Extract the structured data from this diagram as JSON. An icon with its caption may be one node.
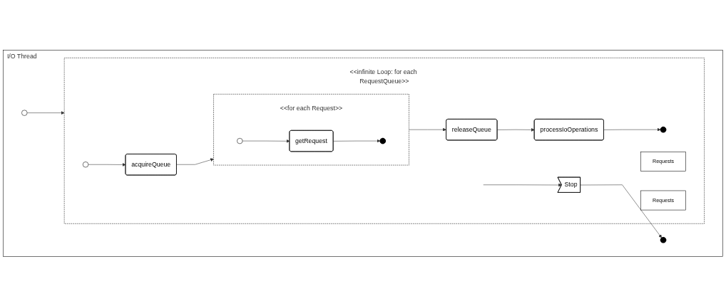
{
  "diagram": {
    "nodes": [
      {
        "text": [
          "I/O Thread"
        ]
      },
      {
        "text": [],
        "shape": "circle",
        "in": 0
      },
      {
        "text": [
          "<<infinite Loop: for each RequestQueue>>"
        ],
        "in": 0
      },
      {
        "text": [],
        "shape": "circle",
        "in": 2
      },
      {
        "text": [
          "acquireQueue"
        ],
        "in": 2
      },
      {
        "text": [
          "<<for each Request>>"
        ],
        "in": 2
      },
      {
        "text": [],
        "shape": "circle",
        "in": 5
      },
      {
        "text": [
          "getRequest"
        ],
        "in": 5
      },
      {
        "text": [],
        "shape": "circle",
        "in": 5
      },
      {
        "text": [
          "Requests"
        ],
        "in": 2
      },
      {
        "text": [
          "releaseQueue"
        ],
        "in": 2
      },
      {
        "text": [
          "Requests"
        ],
        "in": 2
      },
      {
        "text": [
          "processIoOperations"
        ],
        "in": 2
      },
      {
        "text": [],
        "shape": "circle",
        "in": 2
      },
      {
        "text": [
          "Stop"
        ],
        "in": 2
      },
      {
        "text": [],
        "shape": "circle",
        "in": 0
      }
    ],
    "edges": [
      {
        "from": 1,
        "to": 2,
        "arrow": "to"
      },
      {
        "from": 3,
        "to": 4,
        "arrow": "to"
      },
      {
        "from": 4,
        "to": 5,
        "arrow": "to"
      },
      {
        "from": 6,
        "to": 7,
        "arrow": "to"
      },
      {
        "from": 7,
        "to": 8,
        "arrow": "to"
      },
      {
        "from": 5,
        "to": 10,
        "arrow": "to"
      },
      {
        "from": 10,
        "to": 12,
        "arrow": "to"
      },
      {
        "from": 12,
        "to": 13,
        "arrow": "to"
      },
      {
        "from": null,
        "to": 14,
        "arrow": "to"
      },
      {
        "from": 14,
        "to": 15,
        "arrow": "to"
      }
    ]
  }
}
